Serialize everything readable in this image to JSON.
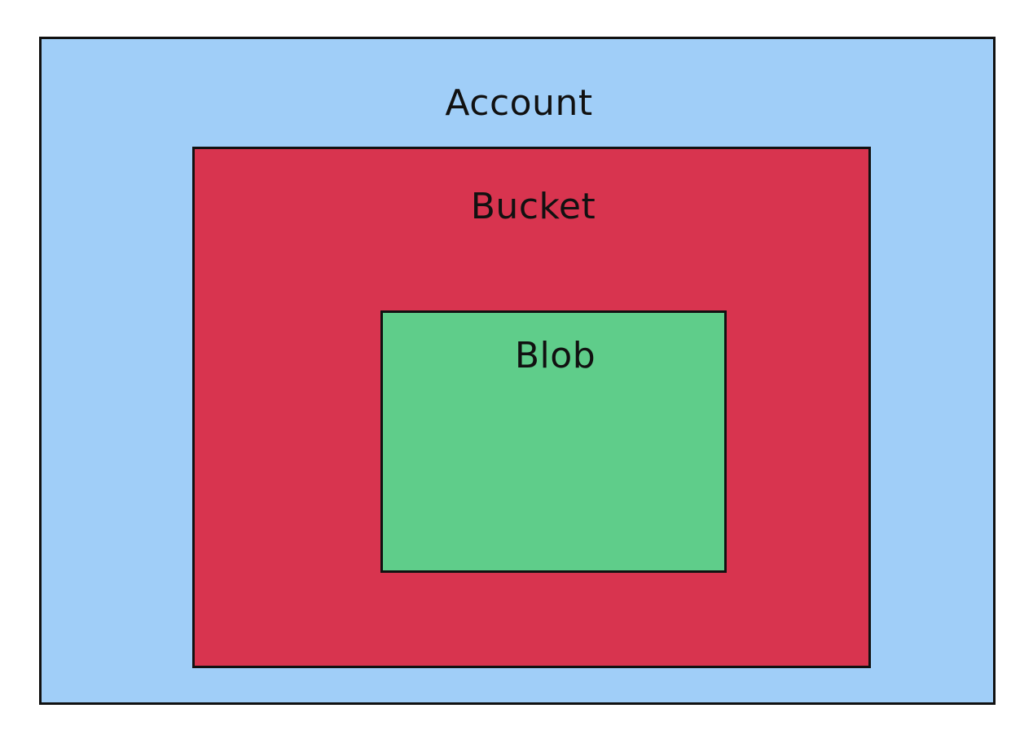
{
  "diagram": {
    "account": {
      "label": "Account",
      "fill": "#a0cef8"
    },
    "bucket": {
      "label": "Bucket",
      "fill": "#d8344f"
    },
    "blob": {
      "label": "Blob",
      "fill": "#5fcd8a"
    },
    "stroke": "#111111"
  }
}
